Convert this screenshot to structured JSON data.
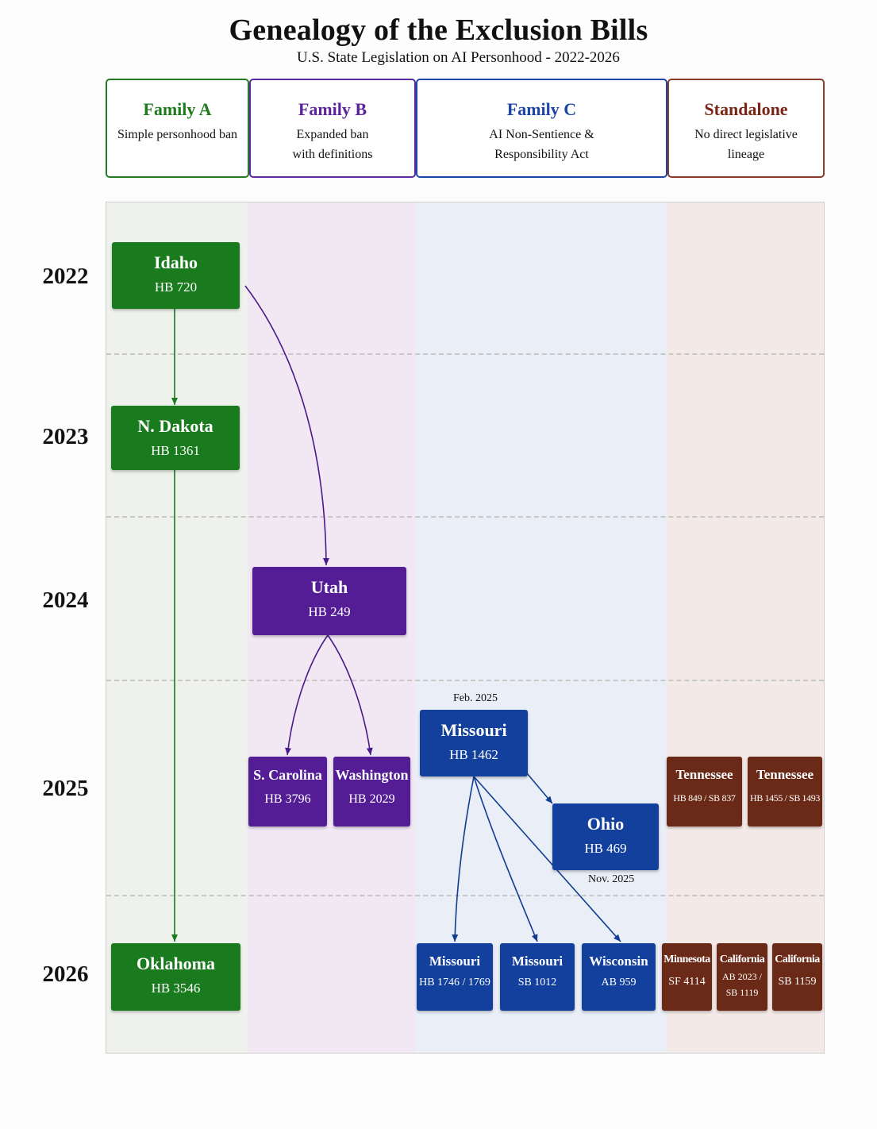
{
  "title": "Genealogy of the Exclusion Bills",
  "subtitle": "U.S. State Legislation on AI Personhood - 2022-2026",
  "families": {
    "a": {
      "name": "Family A",
      "desc": "Simple personhood ban",
      "color": "#1d7a1d"
    },
    "b": {
      "name": "Family B",
      "desc": "Expanded ban with definitions",
      "color": "#5c239c"
    },
    "c": {
      "name": "Family C",
      "desc": "AI Non-Sentience & Responsibility Act",
      "color": "#1d44a8"
    },
    "s": {
      "name": "Standalone",
      "desc": "No direct legislative lineage",
      "color": "#7a2515"
    }
  },
  "years": [
    "2022",
    "2023",
    "2024",
    "2025",
    "2026"
  ],
  "bills": {
    "idaho": {
      "state": "Idaho",
      "bill": "HB 720",
      "family": "A",
      "year": "2022"
    },
    "north_dakota": {
      "state": "N. Dakota",
      "bill": "HB 1361",
      "family": "A",
      "year": "2023"
    },
    "oklahoma": {
      "state": "Oklahoma",
      "bill": "HB 3546",
      "family": "A",
      "year": "2026"
    },
    "utah": {
      "state": "Utah",
      "bill": "HB 249",
      "family": "B",
      "year": "2024"
    },
    "south_carolina": {
      "state": "S. Carolina",
      "bill": "HB 3796",
      "family": "B",
      "year": "2025"
    },
    "washington": {
      "state": "Washington",
      "bill": "HB 2029",
      "family": "B",
      "year": "2025"
    },
    "missouri_2025": {
      "state": "Missouri",
      "bill": "HB 1462",
      "family": "C",
      "year": "2025",
      "note": "Feb. 2025"
    },
    "ohio": {
      "state": "Ohio",
      "bill": "HB 469",
      "family": "C",
      "year": "2025",
      "note": "Nov. 2025"
    },
    "missouri_hb": {
      "state": "Missouri",
      "bill": "HB 1746 / 1769",
      "family": "C",
      "year": "2026"
    },
    "missouri_sb": {
      "state": "Missouri",
      "bill": "SB 1012",
      "family": "C",
      "year": "2026"
    },
    "wisconsin": {
      "state": "Wisconsin",
      "bill": "AB 959",
      "family": "C",
      "year": "2026"
    },
    "tennessee_1": {
      "state": "Tennessee",
      "bill": "HB 849 / SB 837",
      "family": "Standalone",
      "year": "2025"
    },
    "tennessee_2": {
      "state": "Tennessee",
      "bill": "HB 1455 / SB 1493",
      "family": "Standalone",
      "year": "2025"
    },
    "minnesota": {
      "state": "Minnesota",
      "bill": "SF 4114",
      "family": "Standalone",
      "year": "2026"
    },
    "california_ab": {
      "state": "California",
      "bill": "AB 2023 / SB 1119",
      "family": "Standalone",
      "year": "2026"
    },
    "california_sb": {
      "state": "California",
      "bill": "SB 1159",
      "family": "Standalone",
      "year": "2026"
    }
  },
  "lineage": [
    {
      "from": "Idaho HB 720",
      "to": "N. Dakota HB 1361"
    },
    {
      "from": "N. Dakota HB 1361",
      "to": "Oklahoma HB 3546"
    },
    {
      "from": "Idaho HB 720",
      "to": "Utah HB 249"
    },
    {
      "from": "Utah HB 249",
      "to": "S. Carolina HB 3796"
    },
    {
      "from": "Utah HB 249",
      "to": "Washington HB 2029"
    },
    {
      "from": "Missouri HB 1462",
      "to": "Ohio HB 469"
    },
    {
      "from": "Missouri HB 1462",
      "to": "Missouri HB 1746 / 1769"
    },
    {
      "from": "Missouri HB 1462",
      "to": "Missouri SB 1012"
    },
    {
      "from": "Missouri HB 1462",
      "to": "Wisconsin AB 959"
    }
  ]
}
